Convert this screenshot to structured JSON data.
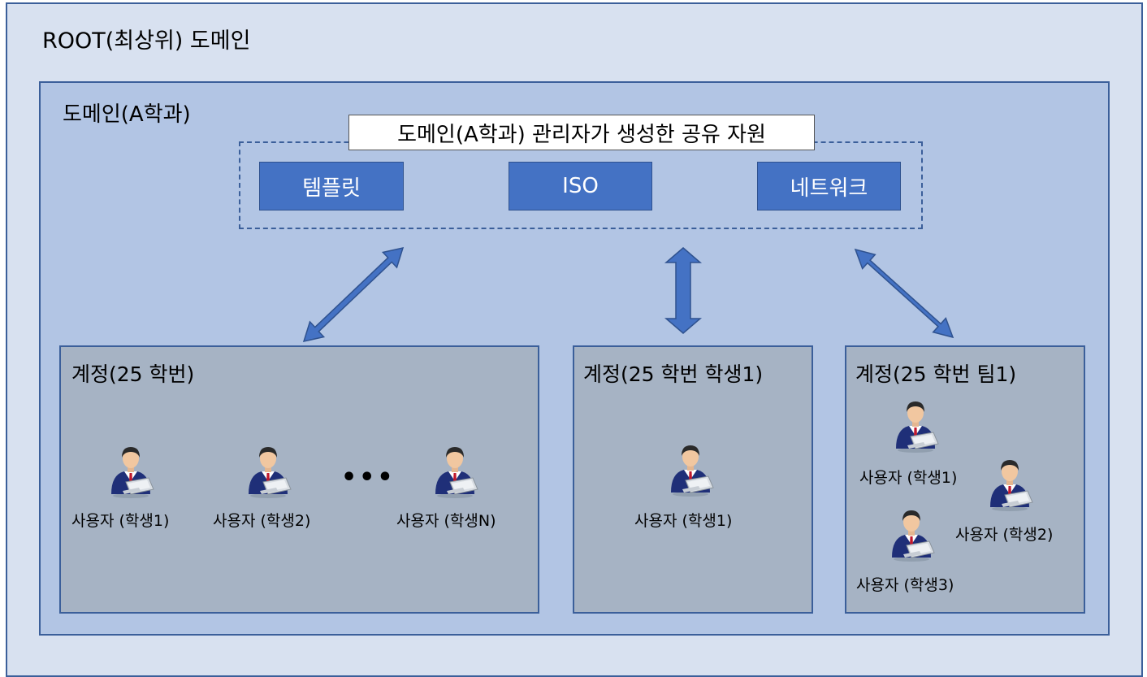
{
  "root_domain": {
    "title": "ROOT(최상위) 도메인"
  },
  "sub_domain": {
    "title": "도메인(A학과)"
  },
  "shared_resources": {
    "label": "도메인(A학과) 관리자가  생성한 공유 자원",
    "items": [
      "템플릿",
      "ISO",
      "네트워크"
    ]
  },
  "accounts": [
    {
      "title": "계정(25 학번)",
      "users": [
        "사용자 (학생1)",
        "사용자 (학생2)",
        "사용자 (학생N)"
      ],
      "ellipsis": "•••"
    },
    {
      "title": "계정(25 학번 학생1)",
      "users": [
        "사용자 (학생1)"
      ]
    },
    {
      "title": "계정(25 학번 팀1)",
      "users": [
        "사용자 (학생1)",
        "사용자 (학생2)",
        "사용자 (학생3)"
      ]
    }
  ],
  "colors": {
    "root_bg": "#d8e1f0",
    "domain_bg": "#b2c5e4",
    "border": "#3b5f9a",
    "resource_fill": "#4472c4",
    "account_bg": "#a6b3c4",
    "arrow_fill": "#4472c4"
  }
}
